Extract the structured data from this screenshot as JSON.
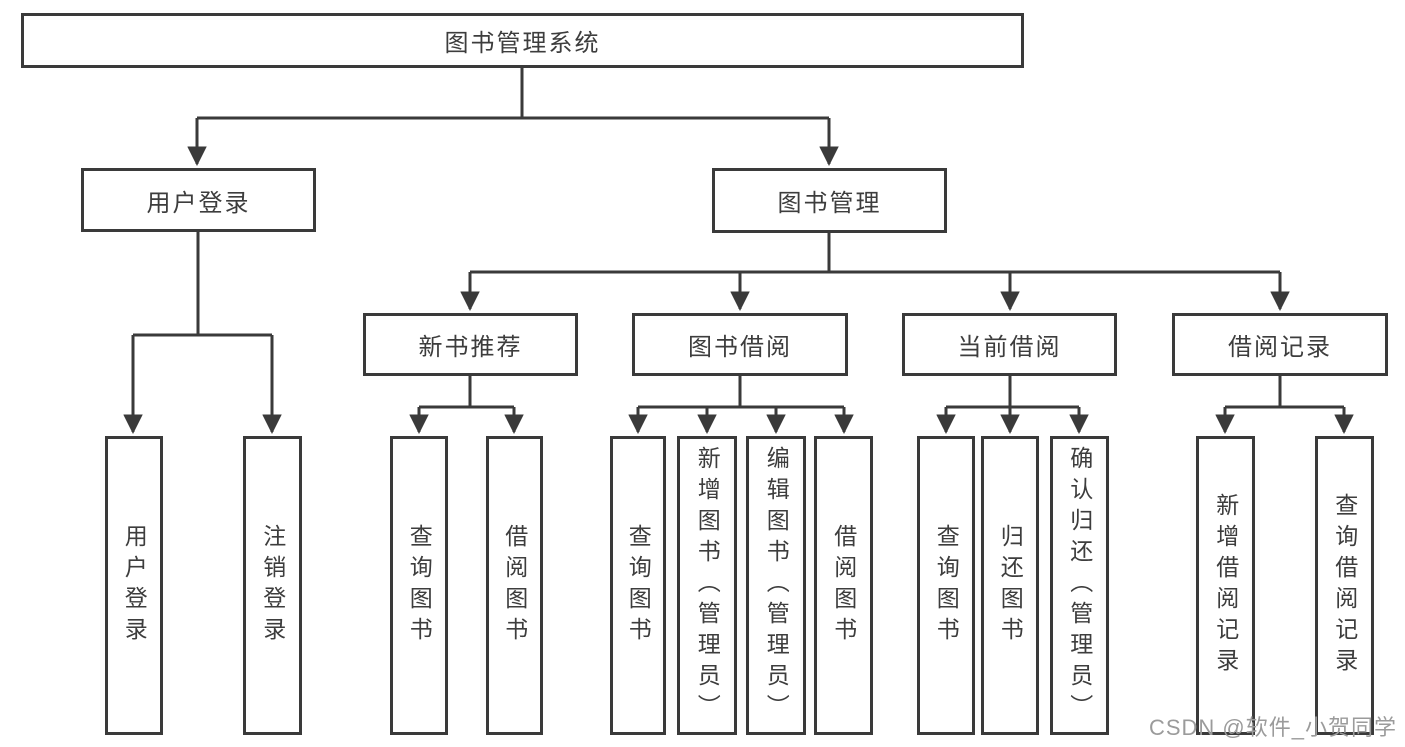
{
  "diagram": {
    "title": "图书管理系统",
    "level2": {
      "user_login": "用户登录",
      "book_mgmt": "图书管理"
    },
    "level3": {
      "new_books": "新书推荐",
      "book_borrow": "图书借阅",
      "current_borrow": "当前借阅",
      "borrow_records": "借阅记录"
    },
    "leaves": {
      "user_login": [
        "用户登录",
        "注销登录"
      ],
      "new_books": [
        "查询图书",
        "借阅图书"
      ],
      "book_borrow": [
        "查询图书",
        "新增图书（管理员）",
        "编辑图书（管理员）",
        "借阅图书"
      ],
      "current_borrow": [
        "查询图书",
        "归还图书",
        "确认归还（管理员）"
      ],
      "borrow_records": [
        "新增借阅记录",
        "查询借阅记录"
      ]
    },
    "watermark": "CSDN @软件_小贺同学",
    "colors": {
      "line": "#3a3a3a",
      "text": "#3d3d3d",
      "watermark": "#9b9b9b",
      "background": "#ffffff"
    }
  }
}
